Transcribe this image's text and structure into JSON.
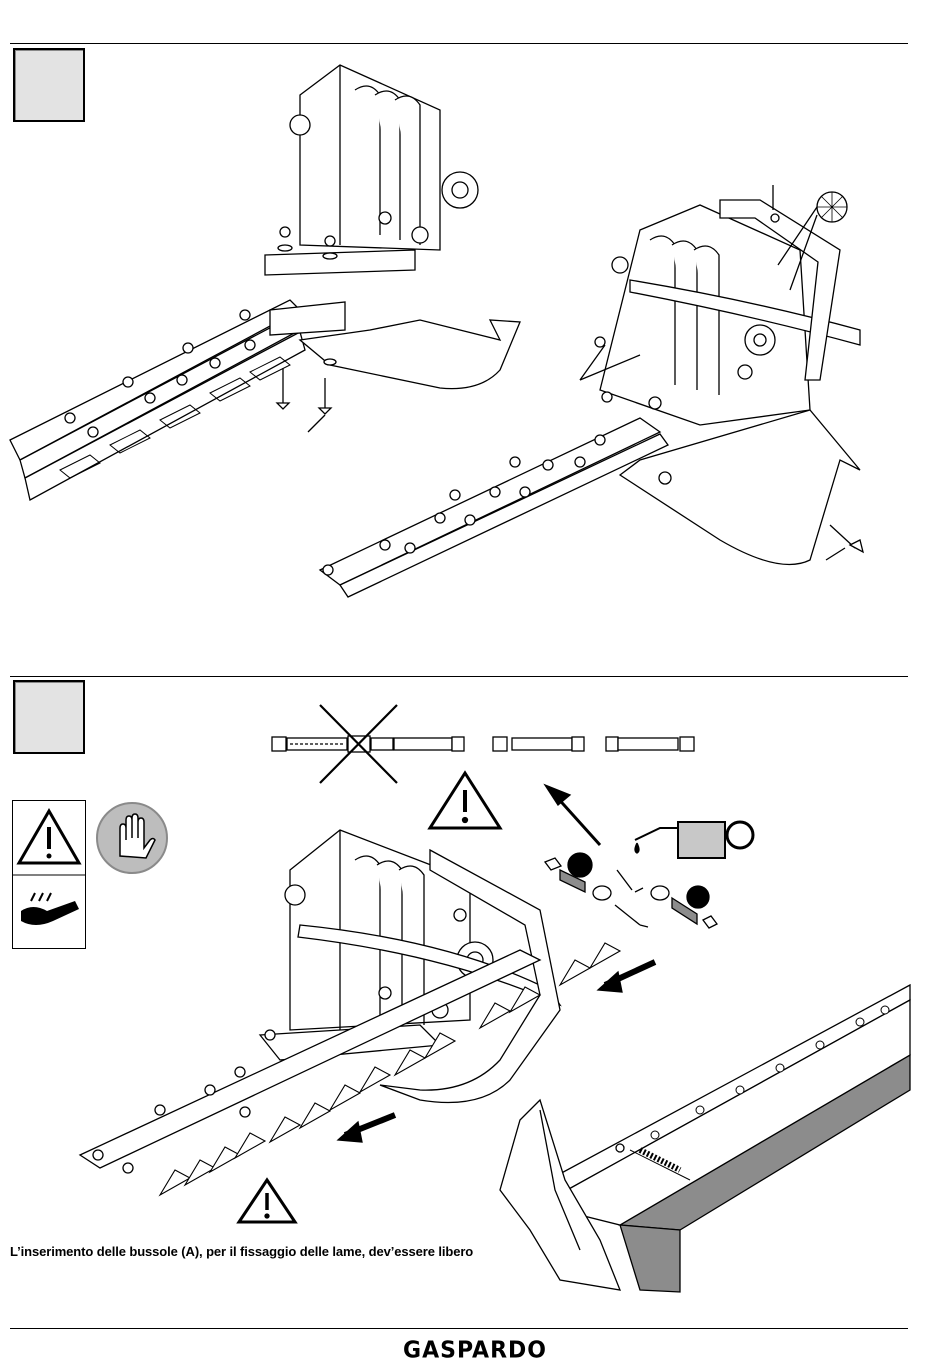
{
  "document": {
    "caption": "L’inserimento delle bussole (A), per il fissaggio delle lame, dev’essere libero",
    "brand": "GASPARDO"
  },
  "figures": [
    {
      "id": "top",
      "description_icons": [
        "mower-head-assembly",
        "shoe-guard",
        "bolt",
        "nut",
        "washer",
        "lock-washer-detail"
      ]
    },
    {
      "id": "bottom",
      "description_icons": [
        "warning-triangle-icon",
        "gloves-icon",
        "hand-cut-icon",
        "oil-can-icon",
        "arrow-icon",
        "crossed-bolt-icon"
      ]
    }
  ],
  "colors": {
    "figure_box": "#e3e3e3",
    "warning_fill": "#ffffff",
    "glove_badge": "#bdbdbd",
    "guard_bar": "#8c8c8c"
  }
}
